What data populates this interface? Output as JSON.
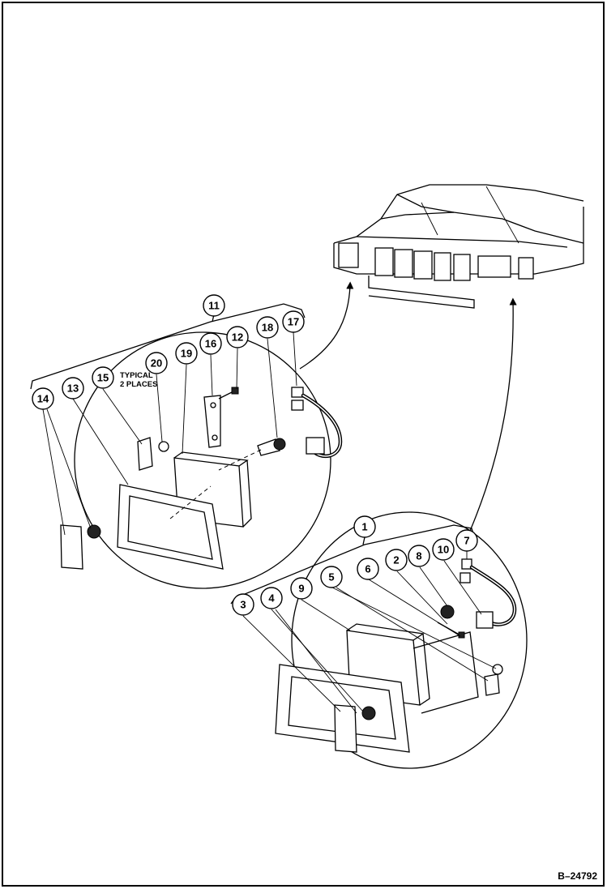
{
  "figure": {
    "id_label": "B–24792"
  },
  "note": {
    "line1": "TYPICAL",
    "line2": "2 PLACES"
  },
  "callouts": {
    "c1": "1",
    "c2": "2",
    "c3": "3",
    "c4": "4",
    "c5": "5",
    "c6": "6",
    "c7": "7",
    "c8": "8",
    "c9": "9",
    "c10": "10",
    "c11": "11",
    "c12": "12",
    "c13": "13",
    "c14": "14",
    "c15": "15",
    "c16": "16",
    "c17": "17",
    "c18": "18",
    "c19": "19",
    "c20": "20"
  }
}
